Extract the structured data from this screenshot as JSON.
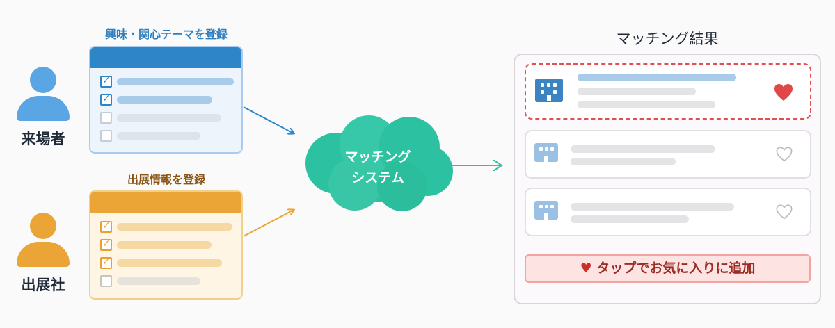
{
  "visitor": {
    "label": "来場者",
    "form_title": "興味・関心テーマを登録",
    "color": "#2e86c9",
    "rows_checked": [
      true,
      true,
      false,
      false
    ]
  },
  "exhibitor": {
    "label": "出展社",
    "form_title": "出展情報を登録",
    "color": "#eba436",
    "rows_checked": [
      true,
      true,
      true,
      false
    ]
  },
  "matching_system": {
    "line1": "マッチング",
    "line2": "システム",
    "color": "#2cc1a0"
  },
  "results": {
    "title": "マッチング結果",
    "cards": [
      {
        "highlighted": true,
        "favorited": true
      },
      {
        "highlighted": false,
        "favorited": false
      },
      {
        "highlighted": false,
        "favorited": false
      }
    ],
    "favorite_button": {
      "icon": "heart-icon",
      "label": "タップでお気に入りに追加"
    }
  },
  "colors": {
    "visitor_blue": "#2e86c9",
    "exhibitor_orange": "#eba436",
    "system_teal": "#2cc1a0",
    "favorite_red": "#e04848"
  }
}
